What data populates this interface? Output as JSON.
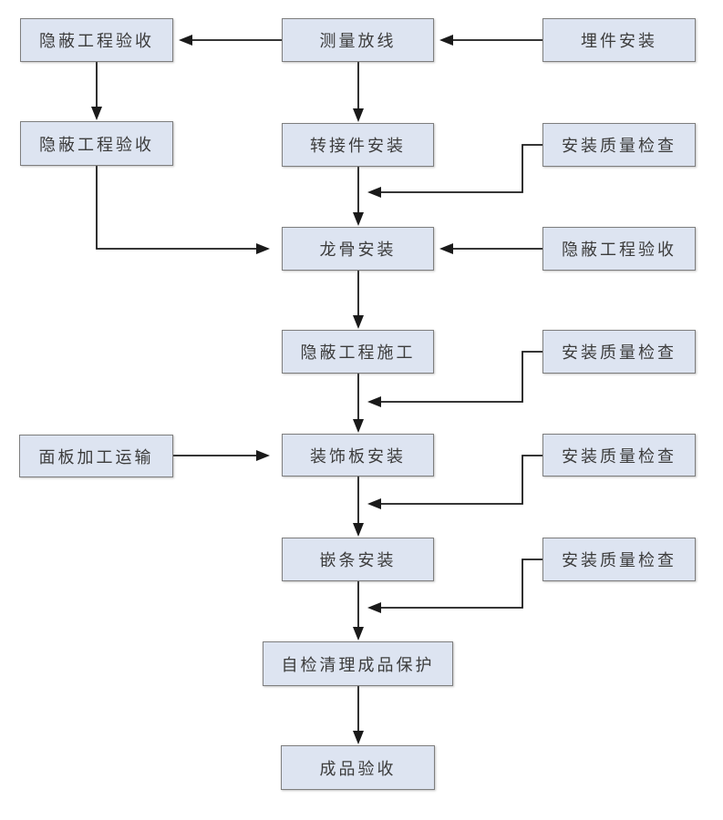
{
  "diagram": {
    "type": "flowchart",
    "language": "zh-CN",
    "colors": {
      "background": "#ffffff",
      "node_fill": "#dde4f1",
      "node_border": "#7e7e7e",
      "line": "#1a1a1a",
      "text": "#3c3c3c"
    },
    "nodes": [
      {
        "id": "hidden-acceptance-1",
        "label": "隐蔽工程验收"
      },
      {
        "id": "survey-layout",
        "label": "测量放线"
      },
      {
        "id": "embed-install",
        "label": "埋件安装"
      },
      {
        "id": "hidden-acceptance-2",
        "label": "隐蔽工程验收"
      },
      {
        "id": "adapter-install",
        "label": "转接件安装"
      },
      {
        "id": "quality-check-1",
        "label": "安装质量检查"
      },
      {
        "id": "keel-install",
        "label": "龙骨安装"
      },
      {
        "id": "hidden-acceptance-3",
        "label": "隐蔽工程验收"
      },
      {
        "id": "hidden-construction",
        "label": "隐蔽工程施工"
      },
      {
        "id": "quality-check-2",
        "label": "安装质量检查"
      },
      {
        "id": "panel-processing",
        "label": "面板加工运输"
      },
      {
        "id": "panel-install",
        "label": "装饰板安装"
      },
      {
        "id": "quality-check-3",
        "label": "安装质量检查"
      },
      {
        "id": "strip-install",
        "label": "嵌条安装"
      },
      {
        "id": "quality-check-4",
        "label": "安装质量检查"
      },
      {
        "id": "self-check-protect",
        "label": "自检清理成品保护"
      },
      {
        "id": "finished-acceptance",
        "label": "成品验收"
      }
    ],
    "edges": [
      {
        "from": "survey-layout",
        "to": "hidden-acceptance-1",
        "shape": "straight-left"
      },
      {
        "from": "embed-install",
        "to": "survey-layout",
        "shape": "straight-left"
      },
      {
        "from": "hidden-acceptance-1",
        "to": "hidden-acceptance-2",
        "shape": "straight-down"
      },
      {
        "from": "survey-layout",
        "to": "adapter-install",
        "shape": "straight-down"
      },
      {
        "from": "adapter-install",
        "to": "keel-install",
        "shape": "straight-down"
      },
      {
        "from": "quality-check-1",
        "to": "keel-install",
        "shape": "elbow-left"
      },
      {
        "from": "hidden-acceptance-3",
        "to": "keel-install",
        "shape": "straight-left"
      },
      {
        "from": "hidden-acceptance-2",
        "to": "keel-install",
        "shape": "elbow-down-right"
      },
      {
        "from": "keel-install",
        "to": "hidden-construction",
        "shape": "straight-down"
      },
      {
        "from": "quality-check-2",
        "to": "panel-install",
        "shape": "elbow-left"
      },
      {
        "from": "hidden-construction",
        "to": "panel-install",
        "shape": "straight-down"
      },
      {
        "from": "panel-processing",
        "to": "panel-install",
        "shape": "straight-right"
      },
      {
        "from": "panel-install",
        "to": "strip-install",
        "shape": "straight-down"
      },
      {
        "from": "quality-check-3",
        "to": "strip-install",
        "shape": "elbow-left"
      },
      {
        "from": "strip-install",
        "to": "self-check-protect",
        "shape": "straight-down"
      },
      {
        "from": "quality-check-4",
        "to": "self-check-protect",
        "shape": "elbow-left"
      },
      {
        "from": "self-check-protect",
        "to": "finished-acceptance",
        "shape": "straight-down"
      }
    ]
  }
}
